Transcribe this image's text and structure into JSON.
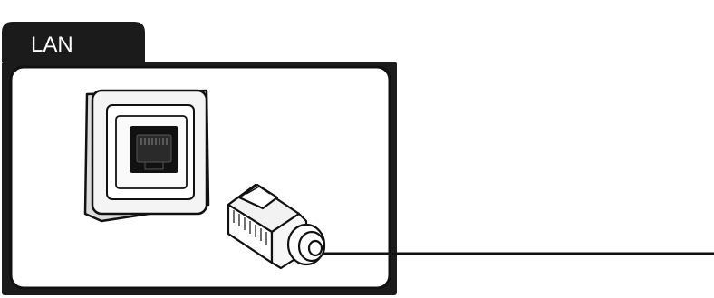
{
  "panel": {
    "tab_label": "LAN"
  },
  "illustration": {
    "items": [
      "wall-ethernet-socket",
      "rj45-plug",
      "network-cable"
    ]
  },
  "colors": {
    "ink": "#111111",
    "tab_fill": "#1b1b1b",
    "background": "#ffffff",
    "socket_fill": "#f4f4f4"
  }
}
